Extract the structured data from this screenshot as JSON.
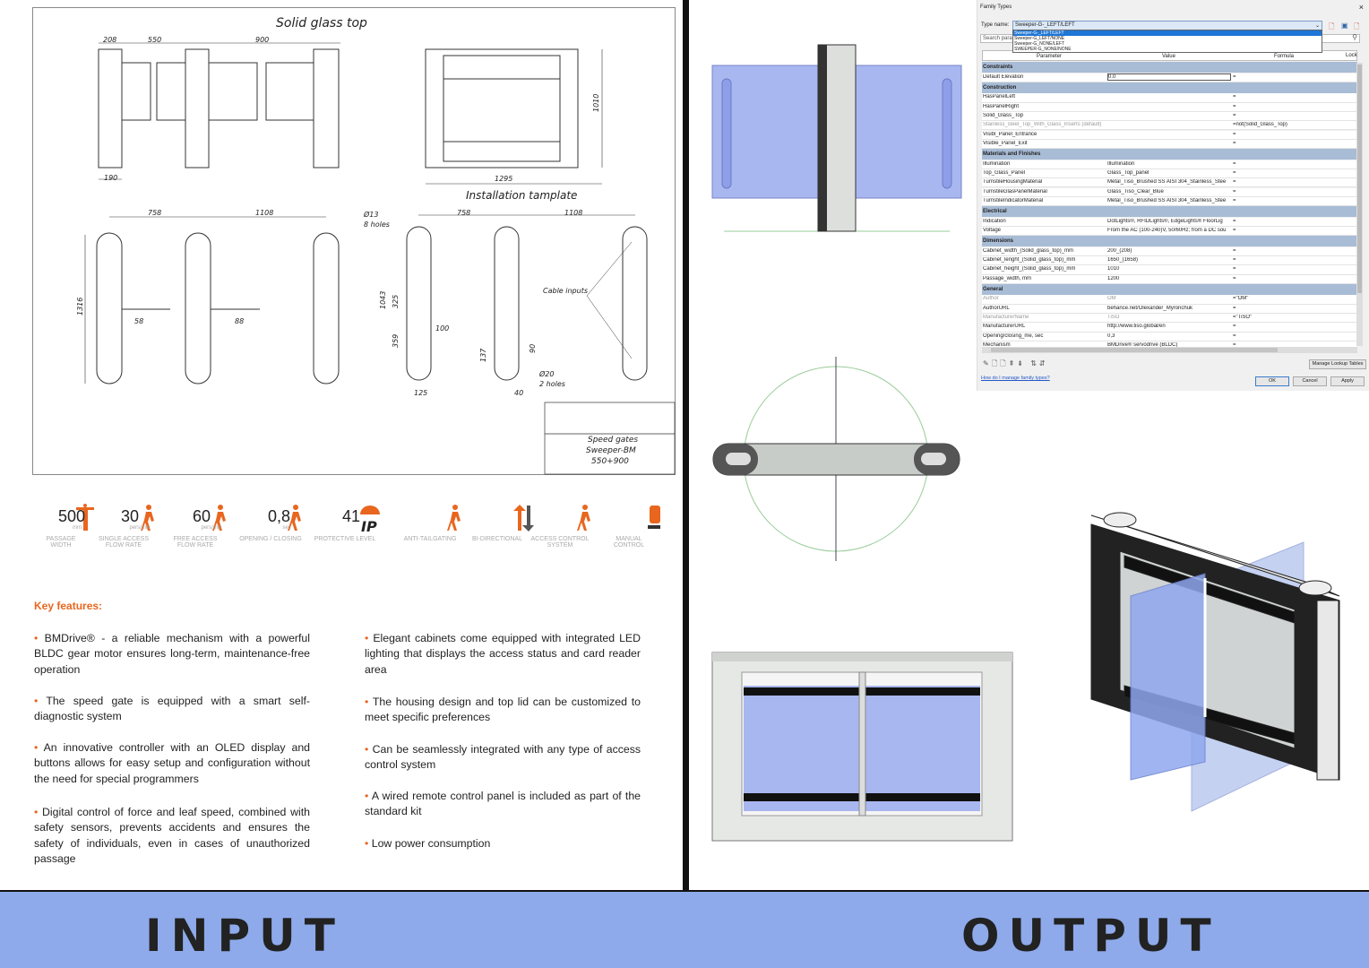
{
  "drawing": {
    "title_top": "Solid glass top",
    "d208": "208",
    "d550": "550",
    "d900": "900",
    "d190": "190",
    "d1295": "1295",
    "d1010": "1010",
    "install_title": "Installation tamplate",
    "plan_758": "758",
    "plan_1108": "1108",
    "d1316": "1316",
    "d58": "58",
    "d88": "88",
    "hole13": "Ø13",
    "holes8": "8 holes",
    "i758": "758",
    "i1108": "1108",
    "d1043": "1043",
    "d325": "325",
    "d100": "100",
    "d359": "359",
    "d137": "137",
    "d90": "90",
    "hole20": "Ø20",
    "holes2": "2 holes",
    "d125": "125",
    "d40": "40",
    "cable": "Cable inputs",
    "tb1": "Speed gates",
    "tb2": "Sweeper-BM",
    "tb3": "550+900"
  },
  "specs": [
    {
      "icon": "passage-width-icon",
      "value": "500",
      "unit": "mm",
      "label": "PASSAGE\nWIDTH"
    },
    {
      "icon": "walking-person-icon",
      "value": "30",
      "unit": "pers/min",
      "label": "SINGLE ACCESS\nFLOW RATE"
    },
    {
      "icon": "running-person-icon",
      "value": "60",
      "unit": "pers/min",
      "label": "FREE ACCESS\nFLOW RATE"
    },
    {
      "icon": "timer-icon",
      "value": "0,8",
      "unit": "sec",
      "label": "OPENING / CLOSING"
    },
    {
      "icon": "ip-umbrella-icon",
      "value": "41",
      "unit": "",
      "label": "PROTECTIVE LEVEL"
    },
    {
      "icon": "anti-tailgating-icon",
      "value": "",
      "unit": "",
      "label": "ANTI-TAILGATING"
    },
    {
      "icon": "bidirectional-arrows-icon",
      "value": "",
      "unit": "",
      "label": "BI-DIRECTIONAL"
    },
    {
      "icon": "card-access-icon",
      "value": "",
      "unit": "",
      "label": "ACCESS CONTROL\nSYSTEM"
    },
    {
      "icon": "manual-button-icon",
      "value": "",
      "unit": "",
      "label": "MANUAL\nCONTROL"
    }
  ],
  "ip_text": "IP",
  "key_features": "Key features:",
  "features_left": [
    "BMDrive® - a reliable mechanism with a powerful BLDC gear motor ensures long-term, maintenance-free operation",
    "The speed gate is equipped with a smart self-diagnostic system",
    "An innovative controller with an OLED display and buttons allows for easy setup and configuration without the need for special programmers",
    "Digital control of force and leaf speed, combined with safety sensors, prevents accidents and ensures the safety of individuals, even in cases of unauthorized passage"
  ],
  "features_right": [
    "Elegant cabinets come equipped with integrated LED lighting that displays the access status and card reader area",
    "The housing design and top lid can be customized to meet specific preferences",
    "Can be seamlessly integrated with any type of access control system",
    "A wired remote control panel is included as part of the standard kit",
    "Low power consumption"
  ],
  "labels": {
    "input": "INPUT",
    "output": "OUTPUT"
  },
  "dialog": {
    "title": "Family Types",
    "close": "×",
    "type_label": "Type name:",
    "type_value": "Sweeper-G-_LEFT/LEFT",
    "type_options": [
      "Sweeper-G-_LEFT/LEFT",
      "Sweeper-G_LEFT/NONE",
      "Sweeper-G_NONE/LEFT",
      "SWEEPER-G_NONE/NONE"
    ],
    "search_placeholder": "Search param",
    "col_param": "Parameter",
    "col_value": "Value",
    "col_formula": "Formula",
    "col_lock": "Lock",
    "rows": [
      {
        "h": "Constraints"
      },
      {
        "p": "Default Elevation",
        "v": "0.0",
        "f": "=",
        "lock": true
      },
      {
        "h": "Construction"
      },
      {
        "p": "HasPanelLeft",
        "cb": true,
        "f": "="
      },
      {
        "p": "HasPanelRight",
        "cb": true,
        "f": "="
      },
      {
        "p": "Solid_Glass_Top",
        "cb": false,
        "f": "="
      },
      {
        "p": "Stainless_steel_Top_With_Glass_Inserts (default)",
        "cb": true,
        "f": "=not(Solid_Glass_Top)",
        "grey": true
      },
      {
        "p": "Visibl_Panel_Entrance",
        "cb": true,
        "f": "="
      },
      {
        "p": "Visible_Panel_Exit",
        "cb": true,
        "f": "="
      },
      {
        "h": "Materials and Finishes"
      },
      {
        "p": "Illumination",
        "v": "Illumination",
        "f": "="
      },
      {
        "p": "Top_Glass_Panel",
        "v": "Glass_Top_panel",
        "f": "="
      },
      {
        "p": "TurnstileHousingMaterial",
        "v": "Metal_Tiso_Brushed SS AISI 304_Stainless_Stee",
        "f": "="
      },
      {
        "p": "TurnstileGlasPanelMaterial",
        "v": "Glass_Tiso_Clear_Blue",
        "f": "="
      },
      {
        "p": "TurnstileIndicatorMaterial",
        "v": "Metal_Tiso_Brushed SS AISI 304_Stainless_Stee",
        "f": "="
      },
      {
        "h": "Electrical"
      },
      {
        "p": "Indication",
        "v": "DotLights®, RFIDLights®, EdgeLights® FloorLig",
        "f": "="
      },
      {
        "p": "Voltage",
        "v": "From the AC (100-240)V, 50/60Hz; from a DC sou",
        "f": "="
      },
      {
        "h": "Dimensions"
      },
      {
        "p": "Cabinet_width_(Solid_glass_top)_mm",
        "v": "200_(208)",
        "f": "="
      },
      {
        "p": "Cabinet_lenght_(Solid_glass_top)_mm",
        "v": "1650_(1658)",
        "f": "="
      },
      {
        "p": "Cabinet_height_(Solid_glass_top)_mm",
        "v": "1010",
        "f": "="
      },
      {
        "p": "Passage_width, mm",
        "v": "1200",
        "f": "="
      },
      {
        "h": "General"
      },
      {
        "p": "Author",
        "v": "OM",
        "f": "=\"OM\"",
        "grey": true
      },
      {
        "p": "AuthorURL",
        "v": "behance.net/Olexander_Myronchuk",
        "f": "="
      },
      {
        "p": "ManufacturerName",
        "v": "TiSO",
        "f": "=\"TiSO\"",
        "grey": true
      },
      {
        "p": "ManufacturerURL",
        "v": "http://www.tiso.global/en",
        "f": "="
      },
      {
        "p": "Opening/closing_me, sec",
        "v": "0,3",
        "f": "="
      },
      {
        "p": "Mechanism",
        "v": "BMDrive® servodrive (BLDC)",
        "f": "="
      }
    ],
    "manage_lookup": "Manage Lookup Tables",
    "help_link": "How do I manage family types?",
    "ok": "OK",
    "cancel": "Cancel",
    "apply": "Apply"
  },
  "colors": {
    "accent": "#e8661e",
    "band": "#8eaaeb",
    "glass": "#a9b7f0",
    "header": "#a8bcd6"
  }
}
